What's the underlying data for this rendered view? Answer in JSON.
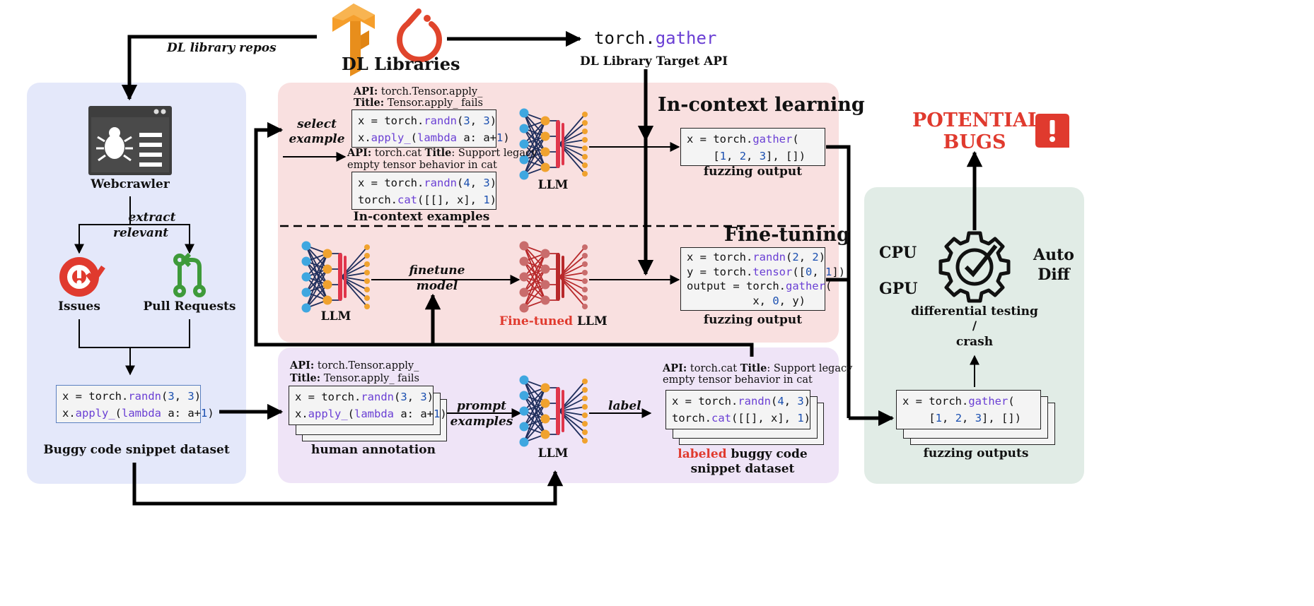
{
  "colors": {
    "left_panel": "#e4e8fa",
    "icl_panel": "#f9e0e0",
    "annot_panel": "#efe4f7",
    "test_panel": "#e1ece6",
    "accent_red": "#e03a2e",
    "code_purple": "#6a3fd4",
    "code_blue": "#1a4fb0",
    "llm_blue": "#3fa7e0",
    "llm_orange": "#f0a22e",
    "llm_red": "#e0364b",
    "llm_navy": "#1f2e5c",
    "finetuned_red": "#b8292b"
  },
  "top": {
    "libraries_label": "DL Libraries",
    "repos_label": "DL library repos",
    "target_api_code": "torch.",
    "target_api_fn": "gather",
    "target_api_label": "DL Library Target API",
    "icons": [
      "tensorflow-logo",
      "pytorch-logo"
    ]
  },
  "left": {
    "webcrawler_label": "Webcrawler",
    "extract_line1": "extract",
    "extract_line2": "relevant",
    "issues_label": "Issues",
    "pull_requests_label": "Pull Requests",
    "dataset_label": "Buggy code snippet dataset",
    "snippet": {
      "l1_a": "x = torch.",
      "l1_fn": "randn",
      "l1_b": "(",
      "l1_n1": "3",
      "l1_c": ", ",
      "l1_n2": "3",
      "l1_d": ")",
      "l2_a": "x.",
      "l2_fn": "apply_",
      "l2_b": "(",
      "l2_kw": "lambda",
      "l2_c": " a: a+",
      "l2_n": "1",
      "l2_d": ")"
    }
  },
  "icl": {
    "title": "In-context learning",
    "select_line1": "select",
    "select_line2": "example",
    "ex1_api_key": "API:",
    "ex1_api_val": " torch.Tensor.apply_",
    "ex1_title_key": "Title:",
    "ex1_title_val": " Tensor.apply_ fails",
    "ex2_api_key": "API:",
    "ex2_api_val": " torch.cat ",
    "ex2_title_key": "Title",
    "ex2_title_val": ": Support legacy",
    "ex2_title_line2": "empty tensor behavior in cat",
    "ex2_code": {
      "l1_a": "x = torch.",
      "l1_fn": "randn",
      "l1_b": "(",
      "l1_n1": "4",
      "l1_c": ", ",
      "l1_n2": "3",
      "l1_d": ")",
      "l2_a": "torch.",
      "l2_fn": "cat",
      "l2_b": "([[], x], ",
      "l2_n": "1",
      "l2_d": ")"
    },
    "examples_label": "In-context examples",
    "llm_label": "LLM",
    "out_code": {
      "l1_a": "x = torch.",
      "l1_fn": "gather",
      "l1_b": "(",
      "l2_a": "    [",
      "l2_n1": "1",
      "l2_c1": ", ",
      "l2_n2": "2",
      "l2_c2": ", ",
      "l2_n3": "3",
      "l2_d": "], [])"
    },
    "out_label": "fuzzing output"
  },
  "ft": {
    "title": "Fine-tuning",
    "llm_label": "LLM",
    "finetune_line1": "finetune",
    "finetune_line2": "model",
    "finetuned_red": "Fine-tuned",
    "finetuned_rest": " LLM",
    "out_code": {
      "l1_a": "x = torch.",
      "l1_fn": "randn",
      "l1_b": "(",
      "l1_n1": "2",
      "l1_c": ", ",
      "l1_n2": "2",
      "l1_d": ")",
      "l2_a": "y = torch.",
      "l2_fn": "tensor",
      "l2_b": "([",
      "l2_n1": "0",
      "l2_c": ", ",
      "l2_n2": "1",
      "l2_d": "])",
      "l3_a": "output = torch.",
      "l3_fn": "gather",
      "l3_b": "(",
      "l4_a": "          x, ",
      "l4_n": "0",
      "l4_b": ", y)"
    },
    "out_label": "fuzzing output"
  },
  "annot": {
    "api_key": "API:",
    "api_val": " torch.Tensor.apply_",
    "title_key": "Title:",
    "title_val": " Tensor.apply_ fails",
    "human_label": "human annotation",
    "prompt_line1": "prompt",
    "prompt_line2": "examples",
    "llm_label": "LLM",
    "label_arrow": "label",
    "right_api_key": "API:",
    "right_api_val": " torch.cat ",
    "right_title_key": "Title",
    "right_title_val": ": Support legacy",
    "right_title_line2": "empty tensor behavior in cat",
    "right_code": {
      "l1_a": "x = torch.",
      "l1_fn": "randn",
      "l1_b": "(",
      "l1_n1": "4",
      "l1_c": ", ",
      "l1_n2": "3",
      "l1_d": ")",
      "l2_a": "torch.",
      "l2_fn": "cat",
      "l2_b": "([[], x], ",
      "l2_n": "1",
      "l2_d": ")"
    },
    "labeled_red": "labeled",
    "labeled_rest": " buggy code",
    "labeled_line2": "snippet dataset"
  },
  "testing": {
    "potential_line1": "POTENTIAL",
    "potential_line2": "BUGS",
    "cpu": "CPU",
    "gpu": "GPU",
    "auto": "Auto",
    "diff": "Diff",
    "diff_testing": "differential testing",
    "slash": "/",
    "crash": "crash",
    "out_code": {
      "l1_a": "x = torch.",
      "l1_fn": "gather",
      "l1_b": "(",
      "l2_a": "    [",
      "l2_n1": "1",
      "l2_c1": ", ",
      "l2_n2": "2",
      "l2_c2": ", ",
      "l2_n3": "3",
      "l2_d": "], [])"
    },
    "outputs_label": "fuzzing outputs"
  }
}
